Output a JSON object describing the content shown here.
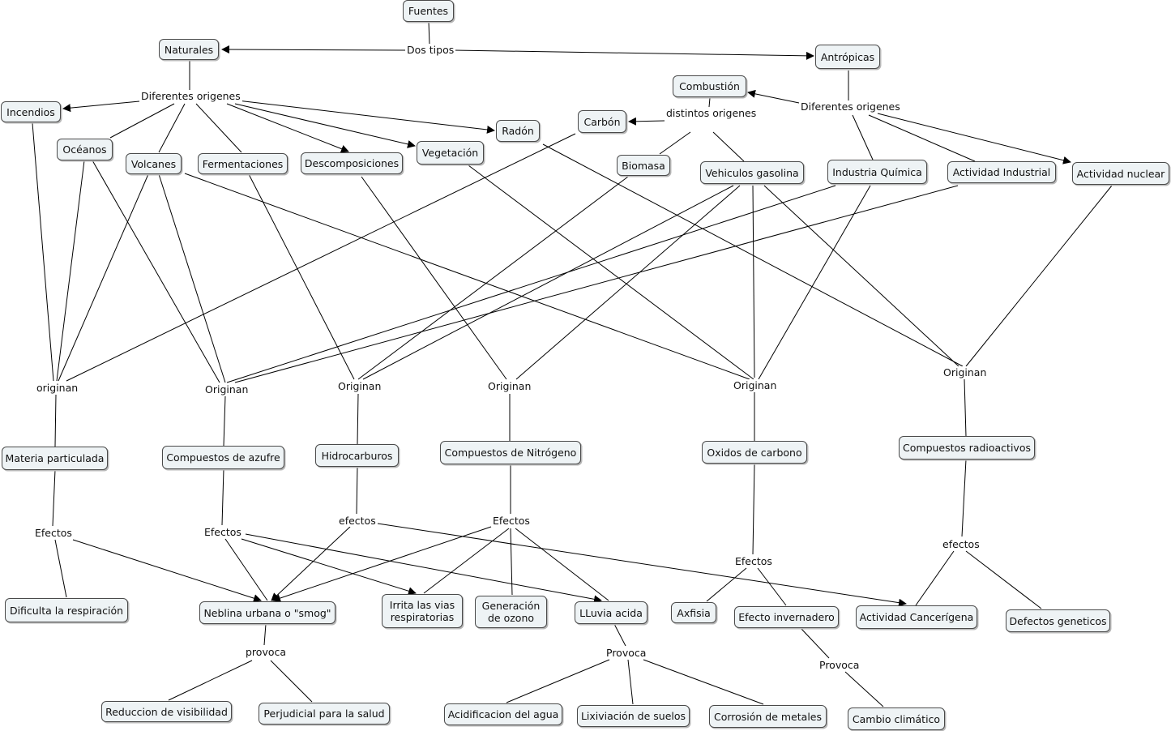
{
  "concepts": {
    "fuentes": "Fuentes",
    "naturales": "Naturales",
    "antropicas": "Antrópicas",
    "incendios": "Incendios",
    "oceanos": "Océanos",
    "volcanes": "Volcanes",
    "fermentaciones": "Fermentaciones",
    "descomposiciones": "Descomposiciones",
    "vegetacion": "Vegetación",
    "radon": "Radón",
    "carbon": "Carbón",
    "combustion": "Combustión",
    "biomasa": "Biomasa",
    "vehiculos": "Vehiculos gasolina",
    "industria_quimica": "Industria Química",
    "actividad_industrial": "Actividad Industrial",
    "actividad_nuclear": "Actividad nuclear",
    "materia_particulada": "Materia particulada",
    "compuestos_azufre": "Compuestos de azufre",
    "hidrocarburos": "Hidrocarburos",
    "compuestos_nitrogeno": "Compuestos de Nitrógeno",
    "oxidos_carbono": "Oxidos de carbono",
    "compuestos_radioactivos": "Compuestos radioactivos",
    "dificulta": "Dificulta la respiración",
    "neblina": "Neblina urbana o \"smog\"",
    "irrita": "Irrita las vias respiratorias",
    "generacion_ozono": "Generación de ozono",
    "lluvia_acida": "LLuvia acida",
    "axfisia": "Axfisia",
    "efecto_invernadero": "Efecto invernadero",
    "actividad_cancerigena": "Actividad Cancerígena",
    "defectos_geneticos": "Defectos geneticos",
    "reduccion_visibilidad": "Reduccion de visibilidad",
    "perjudicial": "Perjudicial para la salud",
    "acidificacion": "Acidificacion del agua",
    "lixiviacion": "Lixiviación de suelos",
    "corrosion": "Corrosión de metales",
    "cambio_climatico": "Cambio climático"
  },
  "links": {
    "dos_tipos": "Dos tipos",
    "dif_origenes_nat": "Diferentes origenes",
    "dif_origenes_ant": "Diferentes origenes",
    "distintos_origenes": "distintos origenes",
    "originan_1": "originan",
    "originan_2": "Originan",
    "originan_3": "Originan",
    "originan_4": "Originan",
    "originan_5": "Originan",
    "originan_6": "Originan",
    "efectos_1": "Efectos",
    "efectos_2": "Efectos",
    "efectos_3": "efectos",
    "efectos_4": "Efectos",
    "efectos_5": "Efectos",
    "efectos_6": "efectos",
    "provoca_1": "provoca",
    "provoca_2": "Provoca",
    "provoca_3": "Provoca"
  }
}
